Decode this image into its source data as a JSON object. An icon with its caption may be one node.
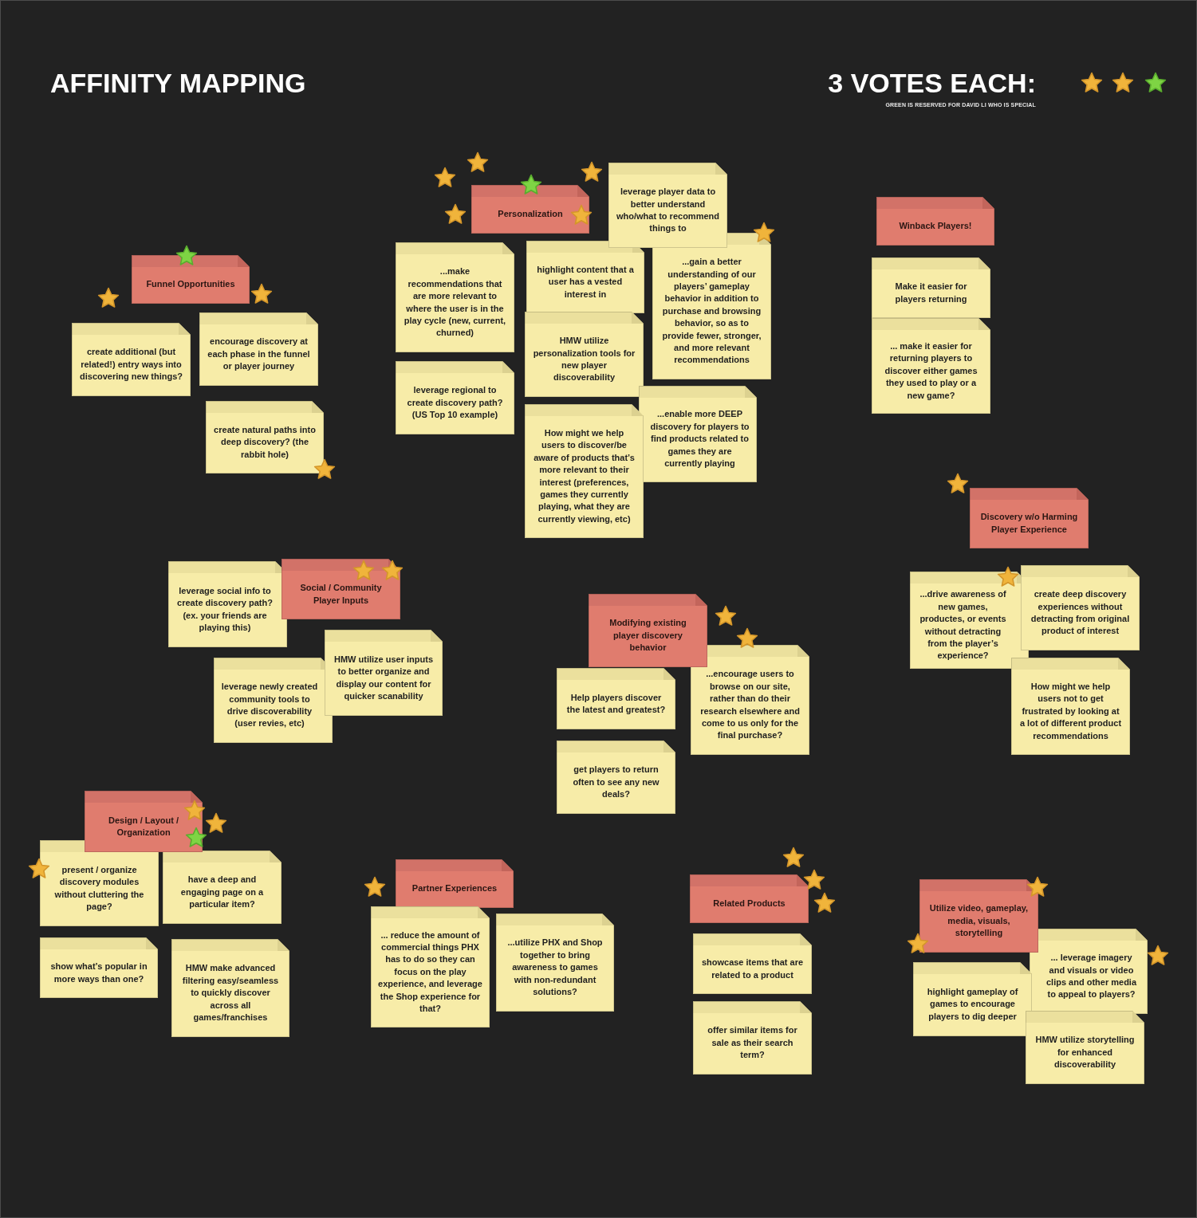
{
  "diagram": {
    "title": "AFFINITY MAPPING",
    "nodes": [
      {
        "text": [
          "Funnel Opportunities"
        ]
      },
      {
        "text": [
          "create additional (but related!) entry ways into discovering new things?"
        ]
      },
      {
        "text": [
          "encourage discovery at each phase in the funnel or player journey"
        ]
      },
      {
        "text": [
          "create natural paths into deep discovery? (the rabbit hole)"
        ]
      },
      {
        "text": [
          "Personalization"
        ]
      },
      {
        "text": [
          "leverage player data to better understand who/what to recommend things to"
        ]
      },
      {
        "text": [
          "...make recommendations that are more relevant to where the user is in the play cycle (new, current, churned)"
        ]
      },
      {
        "text": [
          "highlight content that a user has a vested interest in"
        ]
      },
      {
        "text": [
          "...gain a better understanding of our players’ gameplay behavior in addition to purchase and browsing behavior, so as to provide fewer, stronger, and more relevant recommendations"
        ]
      },
      {
        "text": [
          "HMW utilize personalization tools for new player discoverability"
        ]
      },
      {
        "text": [
          "leverage regional to create discovery path? (US Top 10 example)"
        ]
      },
      {
        "text": [
          "...enable more DEEP discovery for players to find products related to games they are currently playing"
        ]
      },
      {
        "text": [
          "How might we help users to discover/be aware of products that’s more relevant to their interest (preferences, games they currently playing, what they are currently viewing, etc)"
        ]
      },
      {
        "text": [
          "Winback Players!"
        ]
      },
      {
        "text": [
          "Make it easier for players returning"
        ]
      },
      {
        "text": [
          "... make it easier for returning players to discover either games they used to play or a new game?"
        ]
      },
      {
        "text": [
          "leverage social info to create discovery path? (ex. your friends are playing this)"
        ]
      },
      {
        "text": [
          "Social / Community Player Inputs"
        ]
      },
      {
        "text": [
          "HMW utilize user inputs to better organize and display our content for quicker scanability"
        ]
      },
      {
        "text": [
          "leverage newly created community tools to drive discoverability (user revies, etc)"
        ]
      },
      {
        "text": [
          "Modifying existing player discovery behavior"
        ]
      },
      {
        "text": [
          "...encourage users to browse on our site, rather than do their research elsewhere and come to us only for the final purchase?"
        ]
      },
      {
        "text": [
          "Help players discover the latest and greatest?"
        ]
      },
      {
        "text": [
          "get players to return often to see any new deals?"
        ]
      },
      {
        "text": [
          "Discovery w/o Harming Player Experience"
        ]
      },
      {
        "text": [
          "...drive awareness of new games, productes, or events without detracting from the player’s experience?"
        ]
      },
      {
        "text": [
          "create deep discovery experiences without detracting from original product of interest"
        ]
      },
      {
        "text": [
          "How might we help users not to get frustrated by looking at a lot of different product recommendations"
        ]
      },
      {
        "text": [
          "Design / Layout / Organization"
        ]
      },
      {
        "text": [
          "present / organize discovery modules without cluttering the page?"
        ]
      },
      {
        "text": [
          "have a deep and engaging page on a particular item?"
        ]
      },
      {
        "text": [
          "show what’s popular in more ways than one?"
        ]
      },
      {
        "text": [
          "HMW make advanced filtering easy/seamless to quickly discover across all games/franchises"
        ]
      },
      {
        "text": [
          "Partner Experiences"
        ]
      },
      {
        "text": [
          "... reduce the amount of commercial things PHX has to do so they can focus on the play experience, and leverage the Shop experience for that?"
        ]
      },
      {
        "text": [
          "...utilize PHX and Shop together to bring awareness to games with non-redundant solutions?"
        ]
      },
      {
        "text": [
          "Related Products"
        ]
      },
      {
        "text": [
          "showcase items that are related to a product"
        ]
      },
      {
        "text": [
          "offer similar items for sale as their search term?"
        ]
      },
      {
        "text": [
          "Utilize video, gameplay, media, visuals, storytelling"
        ]
      },
      {
        "text": [
          "... leverage imagery and visuals or video clips and other media to appeal to players?"
        ]
      },
      {
        "text": [
          "highlight gameplay of games to encourage players to dig deeper"
        ]
      },
      {
        "text": [
          "HMW utilize storytelling for enhanced discoverability"
        ]
      }
    ],
    "labels": [
      "3 VOTES EACH:",
      "GREEN IS RESERVED FOR DAVID LI WHO IS SPECIAL"
    ]
  }
}
